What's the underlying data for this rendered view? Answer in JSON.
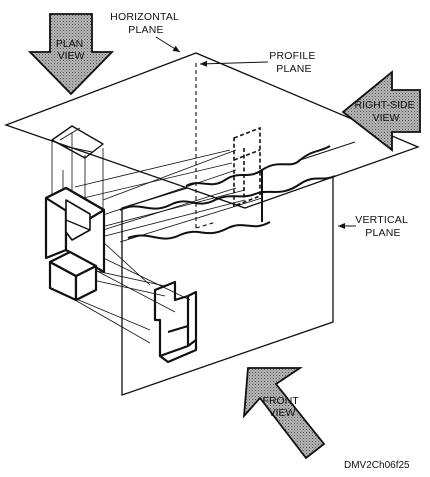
{
  "labels": {
    "plan_view_line1": "PLAN",
    "plan_view_line2": "VIEW",
    "horizontal_plane_line1": "HORIZONTAL",
    "horizontal_plane_line2": "PLANE",
    "profile_plane_line1": "PROFILE",
    "profile_plane_line2": "PLANE",
    "right_side_view_line1": "RIGHT-SIDE",
    "right_side_view_line2": "VIEW",
    "vertical_plane_line1": "VERTICAL",
    "vertical_plane_line2": "PLANE",
    "front_view_line1": "FRONT",
    "front_view_line2": "VIEW",
    "figure_id": "DMV2Ch06f25"
  },
  "colors": {
    "line": "#111111",
    "arrow_fill": "#8a8a8a",
    "background": "#ffffff"
  }
}
